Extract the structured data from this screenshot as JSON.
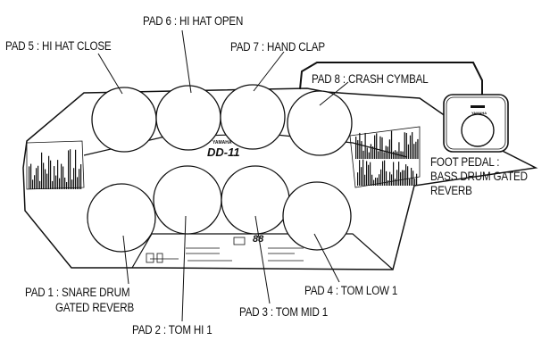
{
  "device": {
    "brand": "YAMAHA",
    "model": "DD-11",
    "display_digits": "88"
  },
  "labels": {
    "pad5": "PAD 5 : HI HAT CLOSE",
    "pad6": "PAD 6 : HI HAT OPEN",
    "pad7": "PAD 7 : HAND CLAP",
    "pad8": "PAD 8 : CRASH CYMBAL",
    "foot_pedal_line1": "FOOT PEDAL :",
    "foot_pedal_line2": "BASS DRUM GATED",
    "foot_pedal_line3": "REVERB",
    "pad1_line1": "PAD 1 : SNARE DRUM",
    "pad1_line2": "GATED REVERB",
    "pad2": "PAD 2 : TOM HI 1",
    "pad3": "PAD 3 : TOM MID 1",
    "pad4": "PAD 4 : TOM LOW 1"
  },
  "pedal": {
    "brand": "YAMAHA"
  }
}
